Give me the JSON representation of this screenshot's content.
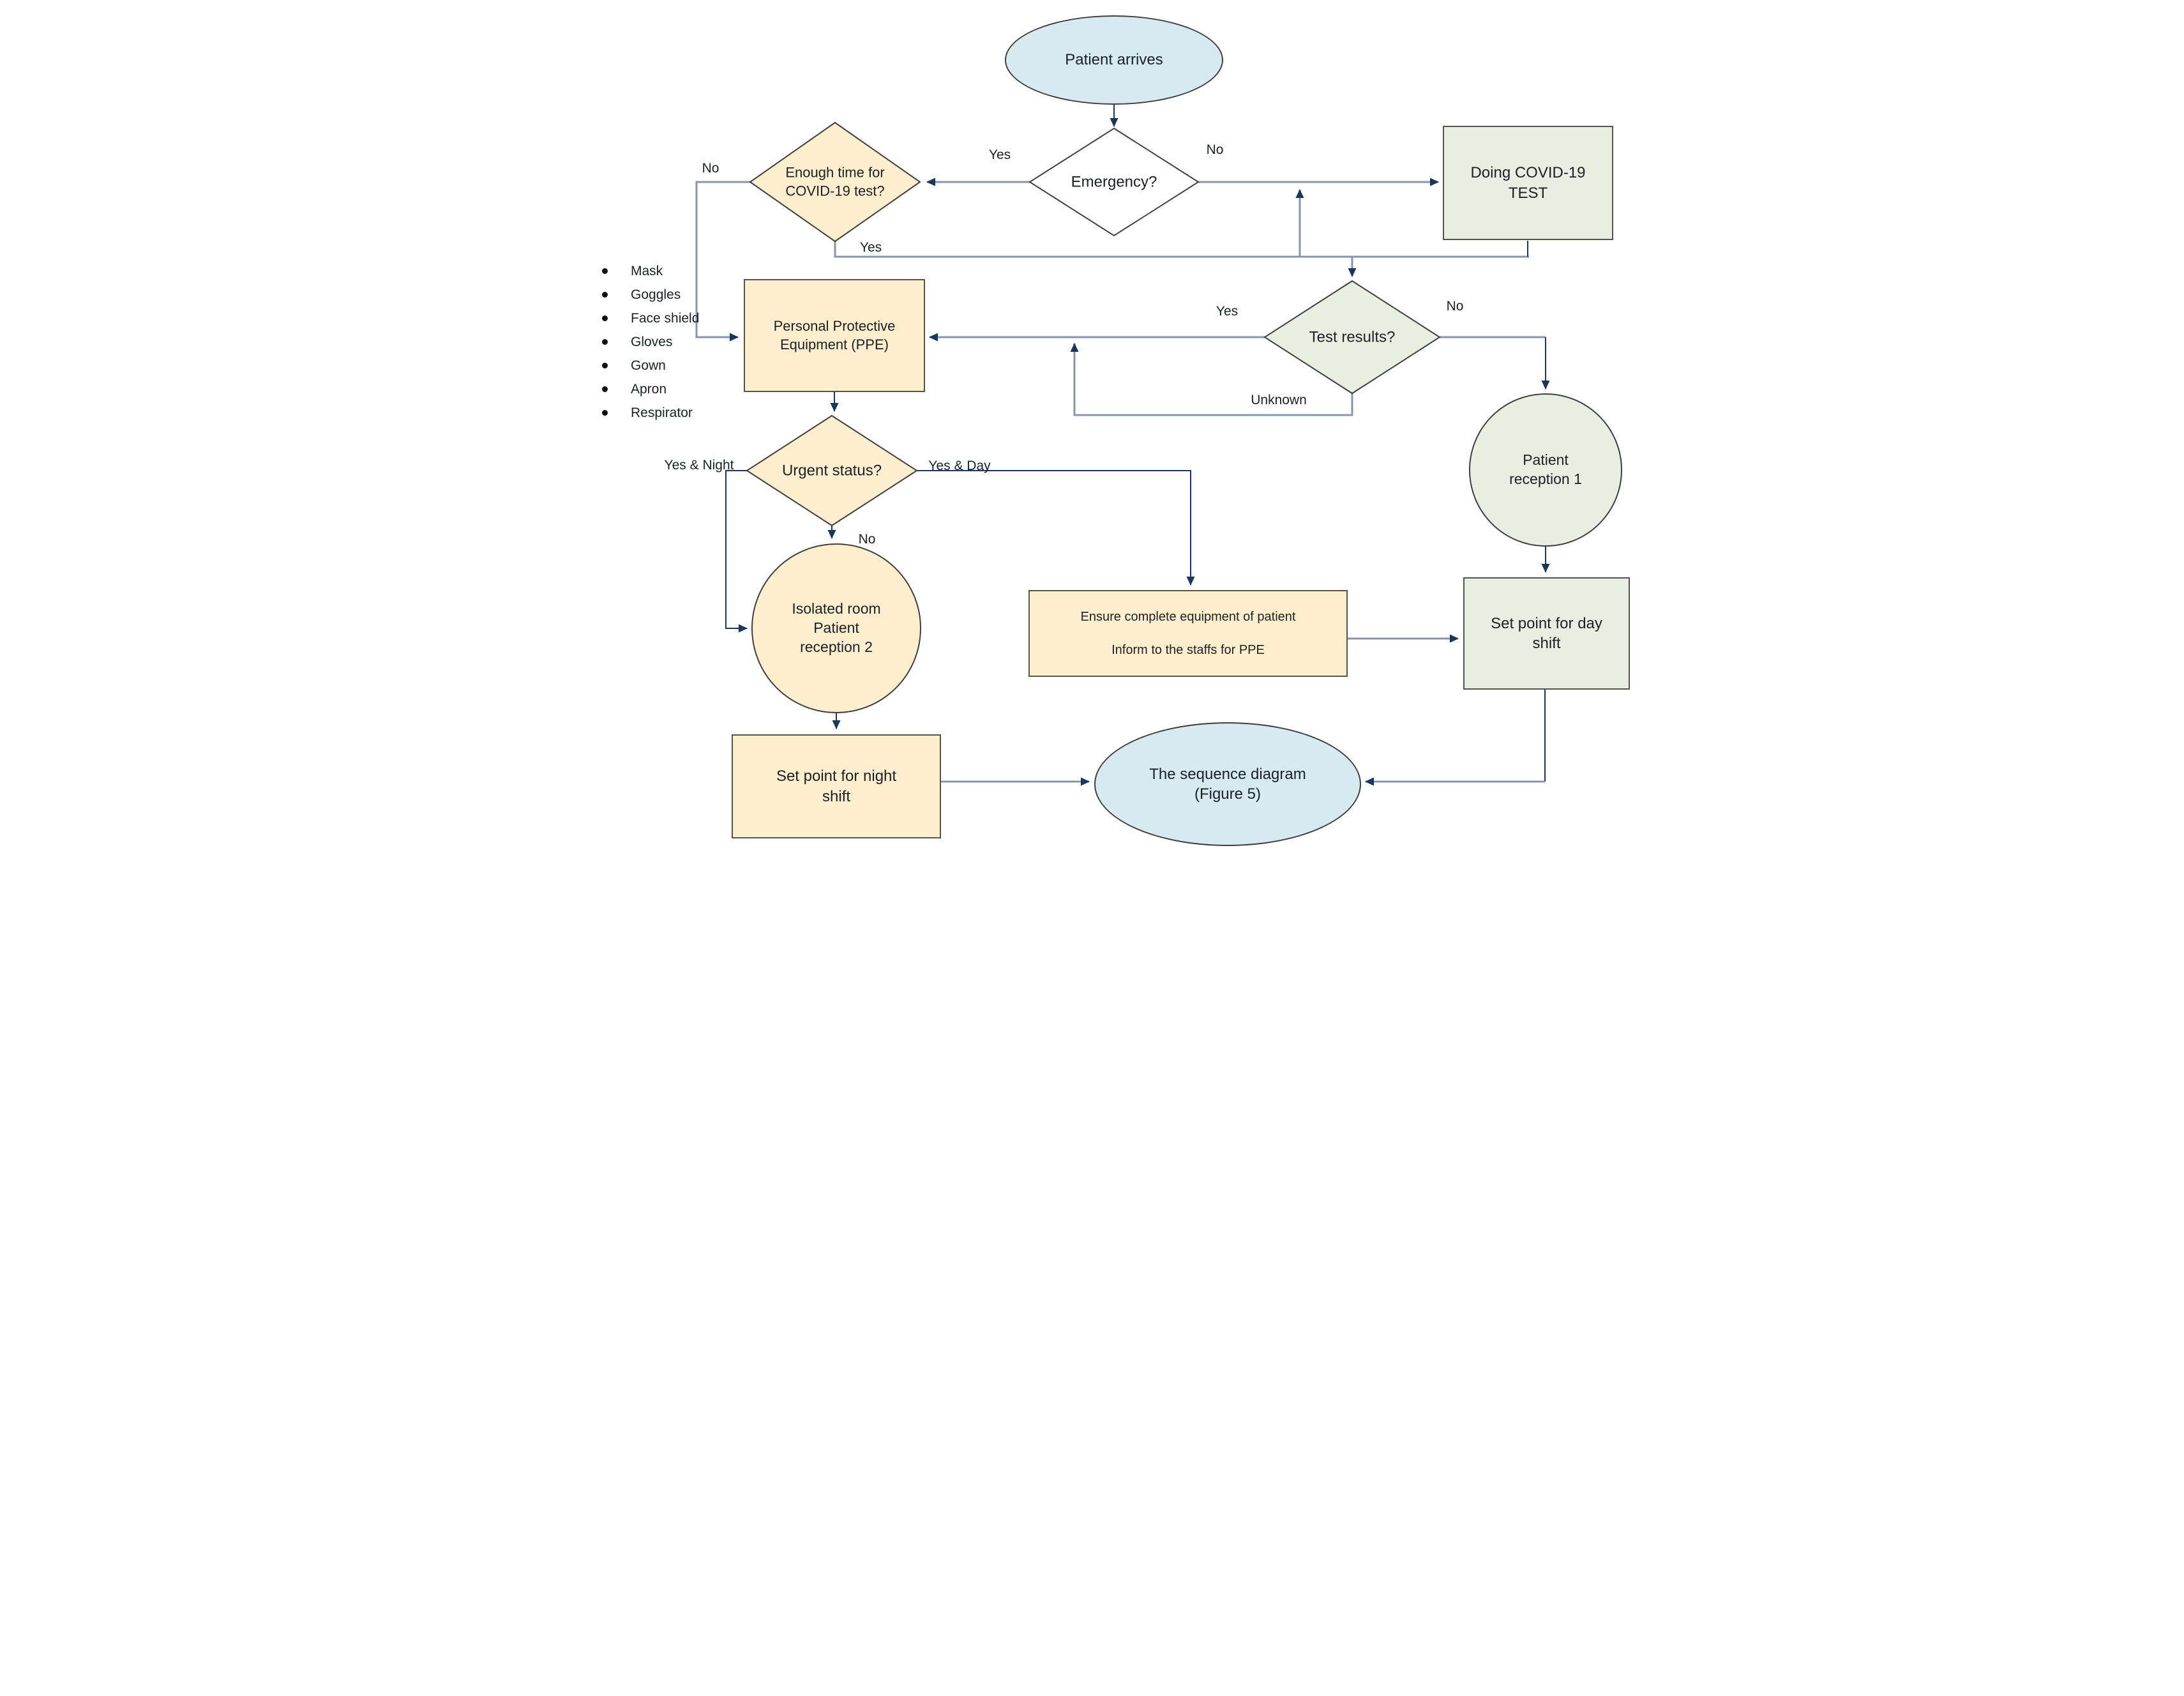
{
  "flowchart": {
    "nodes": {
      "patient_arrives": "Patient arrives",
      "emergency": "Emergency?",
      "enough_time": "Enough time for\nCOVID-19 test?",
      "doing_test": "Doing COVID-19\nTEST",
      "test_results": "Test results?",
      "ppe": "Personal Protective\nEquipment (PPE)",
      "patient_reception_1": "Patient\nreception 1",
      "urgent_status": "Urgent status?",
      "isolated_room": "Isolated room\nPatient\nreception 2",
      "ensure_equipment": "Ensure complete equipment of patient\n\nInform to the staffs for PPE",
      "set_point_day": "Set point for day\nshift",
      "set_point_night": "Set point for night\nshift",
      "sequence_diagram": "The sequence diagram\n(Figure 5)"
    },
    "edge_labels": {
      "emergency_yes": "Yes",
      "emergency_no": "No",
      "enough_no": "No",
      "enough_yes": "Yes",
      "test_yes": "Yes",
      "test_no": "No",
      "test_unknown": "Unknown",
      "urgent_yes_night": "Yes & Night",
      "urgent_yes_day": "Yes & Day",
      "urgent_no": "No"
    },
    "ppe_checklist": [
      "Mask",
      "Goggles",
      "Face shield",
      "Gloves",
      "Gown",
      "Apron",
      "Respirator"
    ],
    "colors": {
      "start_end_fill": "#d7e9f1",
      "process_yellow_fill": "#fdeecd",
      "process_green_fill": "#e9efe0",
      "decision_white_fill": "#ffffff",
      "connector": "#8496b0",
      "arrowhead": "#17375e"
    }
  }
}
